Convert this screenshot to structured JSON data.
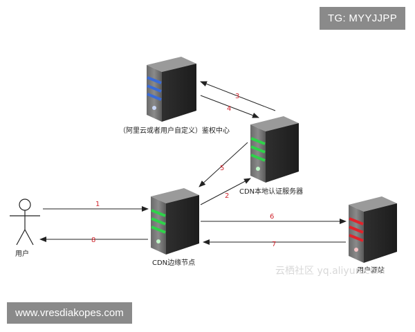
{
  "overlay": {
    "tag": "TG: MYYJJPP",
    "site": "www.vresdiakopes.com",
    "watermark": "云栖社区 yq.aliyun.com"
  },
  "nodes": {
    "auth_center": "（阿里云或者用户自定义）鉴权中心",
    "local_auth": "CDN本地认证服务器",
    "edge": "CDN边缘节点",
    "user": "用户",
    "origin": "用户源站"
  },
  "steps": [
    "1",
    "2",
    "3",
    "4",
    "5",
    "6",
    "7",
    "8"
  ],
  "colors": {
    "arrow_number": "#d0262e",
    "tag_bg": "#8a8a8a",
    "server_body": "#4a4a4a",
    "stripe_blue": "#3b6bd6",
    "stripe_green": "#2fd24a",
    "stripe_red": "#e0242c"
  }
}
